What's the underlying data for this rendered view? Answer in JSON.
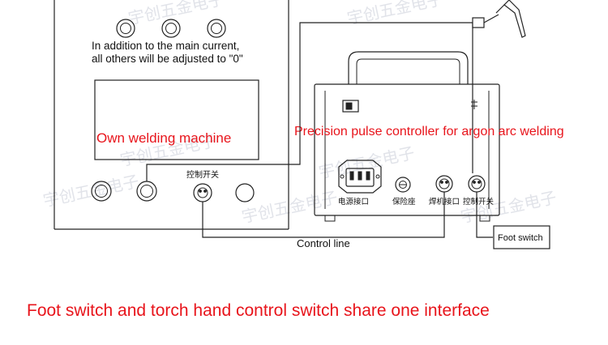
{
  "welding_machine": {
    "note_line1": "In addition to the main current,",
    "note_line2": "all others will be adjusted to \"0\"",
    "label": "Own welding machine",
    "control_switch_label": "控制开关"
  },
  "pulse_controller": {
    "label": "Precision pulse controller for argon arc welding",
    "ports": [
      {
        "label": "电源接口"
      },
      {
        "label": "保险座"
      },
      {
        "label": "焊机接口"
      },
      {
        "label": "控制开关"
      }
    ]
  },
  "wiring": {
    "control_line_label": "Control line",
    "foot_switch_label": "Foot switch"
  },
  "caption": "Foot switch and torch hand control switch share one interface",
  "colors": {
    "line": "#222222",
    "highlight_text": "#e8141b",
    "watermark": "#c8ccd8"
  },
  "watermark_text": "宇创五金电子"
}
